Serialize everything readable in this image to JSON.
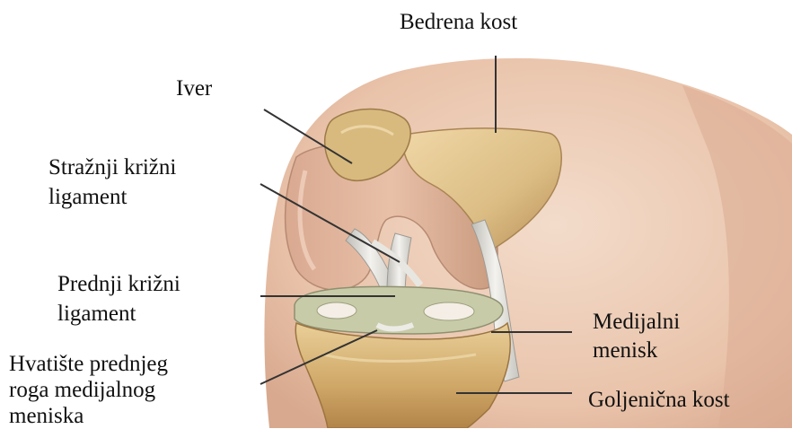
{
  "labels": {
    "femur": "Bedrena kost",
    "patella": "Iver",
    "pcl_line1": "Stražnji križni",
    "pcl_line2": "ligament",
    "acl_line1": "Prednji križni",
    "acl_line2": "ligament",
    "insertion_line1": "Hvatište prednjeg",
    "insertion_line2": "roga medijalnog",
    "insertion_line3": "meniska",
    "medial_meniscus_line1": "Medijalni",
    "medial_meniscus_line2": "menisk",
    "tibia": "Goljenična kost"
  },
  "colors": {
    "skin": "#e9c6ad",
    "bone": "#d9b777",
    "bone_shadow": "#b58a4f",
    "cartilage": "#c9cfae",
    "ligament": "#e7e5df",
    "leader_line": "#333333"
  }
}
